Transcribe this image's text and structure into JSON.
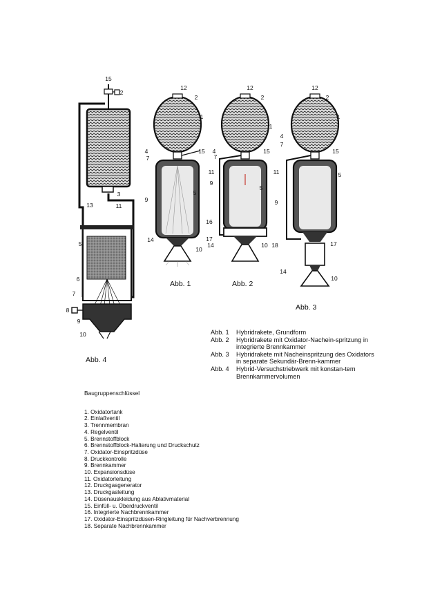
{
  "figures": [
    {
      "id": "abb1",
      "label": "Abb. 1",
      "callouts": [
        "12",
        "2",
        "1",
        "4",
        "7",
        "15",
        "9",
        "5",
        "14",
        "10"
      ]
    },
    {
      "id": "abb2",
      "label": "Abb. 2",
      "callouts": [
        "12",
        "2",
        "1",
        "4",
        "7",
        "15",
        "11",
        "9",
        "5",
        "16",
        "17",
        "14",
        "10"
      ]
    },
    {
      "id": "abb3",
      "label": "Abb. 3",
      "callouts": [
        "12",
        "2",
        "1",
        "4",
        "7",
        "15",
        "11",
        "9",
        "5",
        "18",
        "17",
        "14",
        "10"
      ]
    },
    {
      "id": "abb4",
      "label": "Abb. 4",
      "callouts": [
        "15",
        "2",
        "3",
        "13",
        "11",
        "5",
        "6",
        "7",
        "8",
        "9",
        "10"
      ]
    }
  ],
  "captions": [
    {
      "label": "Abb. 1",
      "text": "Hybridrakete, Grundform"
    },
    {
      "label": "Abb. 2",
      "text": "Hybridrakete mit Oxidator-Nachein-spritzung in integrierte Brennkammer"
    },
    {
      "label": "Abb. 3",
      "text": "Hybridrakete mit Nacheinspritzung des Oxidators in separate Sekundär-Brenn-kammer"
    },
    {
      "label": "Abb. 4",
      "text": "Hybrid-Versuchstriebwerk mit konstan-tem Brennkammervolumen"
    }
  ],
  "legend": {
    "title": "Baugruppenschlüssel",
    "items": [
      "1. Oxidatortank",
      "2. Einlaßventil",
      "3. Trennmembran",
      "4. Regelventil",
      "5. Brennstoffblock",
      "6. Brennstoffblock-Halterung und Druckschutz",
      "7. Oxidator-Einspritzdüse",
      "8. Druckkontrolle",
      "9. Brennkammer",
      "10. Expansionsdüse",
      "11. Oxidatorleitung",
      "12. Druckgasgenerator",
      "13. Druckgasleitung",
      "14. Düsenauskleidung aus Ablativmaterial",
      "15. Einfüll- u. Überdruckventil",
      "16. Integrierte Nachbrennkammer",
      "17. Oxidator-Einspritzdüsen-Ringleitung für Nachverbrennung",
      "18. Separate Nachbrennkammer"
    ]
  }
}
